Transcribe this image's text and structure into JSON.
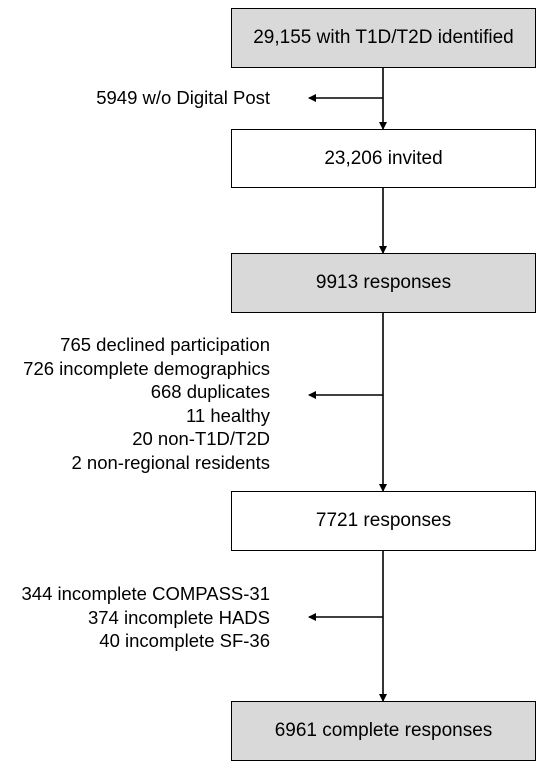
{
  "colors": {
    "stroke": "#000000",
    "shaded_box": "#d9d9d9",
    "plain_box": "#ffffff"
  },
  "boxes": {
    "identified": "29,155 with T1D/T2D identified",
    "invited": "23,206 invited",
    "responses_initial": "9913 responses",
    "responses_eligible": "7721 responses",
    "complete": "6961 complete responses"
  },
  "exclusions": {
    "no_digital_post": [
      "5949 w/o Digital Post"
    ],
    "invalid_responses": [
      "765 declined participation",
      "726 incomplete demographics",
      "668 duplicates",
      "11 healthy",
      "20 non-T1D/T2D",
      "2 non-regional residents"
    ],
    "incomplete_questionnaires": [
      "344 incomplete COMPASS-31",
      "374 incomplete HADS",
      "40 incomplete SF-36"
    ]
  }
}
